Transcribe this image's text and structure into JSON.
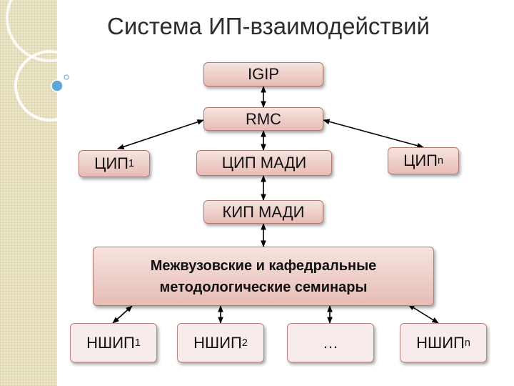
{
  "title": "Система ИП-взаимодействий",
  "nodes": {
    "igip": "IGIP",
    "rmc": "RMC",
    "cip1": {
      "main": "ЦИП",
      "sub": "1"
    },
    "cip_madi": "ЦИП МАДИ",
    "cipn": {
      "main": "ЦИП",
      "sub": "n"
    },
    "kip_madi": "КИП МАДИ",
    "seminars": {
      "line1": "Межвузовские и кафедральные",
      "line2": "методологические семинары"
    },
    "nship1": {
      "main": "НШИП",
      "sub": "1"
    },
    "nship2": {
      "main": "НШИП",
      "sub": "2"
    },
    "ellipsis": "…",
    "nshipn": {
      "main": "НШИП",
      "sub": "n"
    }
  },
  "colors": {
    "box_fill_top": "#f6e3df",
    "box_fill_bottom": "#e7bcb5",
    "box_border": "#b07a72",
    "arrow": "#000000",
    "title": "#2d2d2d"
  }
}
